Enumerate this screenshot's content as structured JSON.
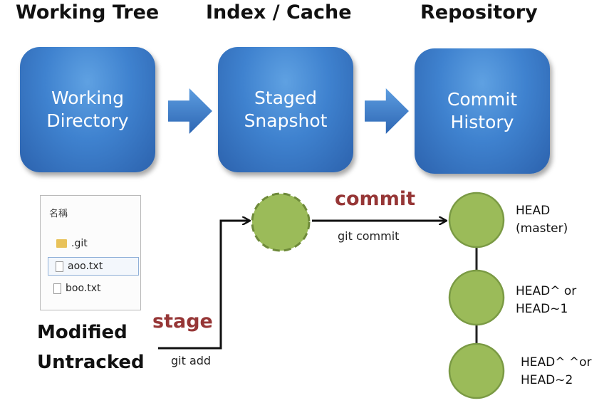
{
  "headings": {
    "working_tree": "Working Tree",
    "index_cache": "Index / Cache",
    "repository": "Repository"
  },
  "boxes": {
    "working": [
      "Working",
      "Directory"
    ],
    "staged": [
      "Staged",
      "Snapshot"
    ],
    "commit": [
      "Commit",
      "History"
    ]
  },
  "file_explorer": {
    "header": "名稱",
    "files": [
      ".git",
      "aoo.txt",
      "boo.txt"
    ]
  },
  "status": {
    "modified": "Modified",
    "untracked": "Untracked"
  },
  "actions": {
    "stage": "stage",
    "stage_cmd": "git add",
    "commit": "commit",
    "commit_cmd": "git commit"
  },
  "head_labels": [
    [
      "HEAD",
      "(master)"
    ],
    [
      "HEAD^ or",
      "HEAD~1"
    ],
    [
      "HEAD^ ^or",
      "HEAD~2"
    ]
  ],
  "colors": {
    "box_blue": "#3f82cf",
    "node_green": "#9bbb59",
    "action_red": "#963636"
  }
}
